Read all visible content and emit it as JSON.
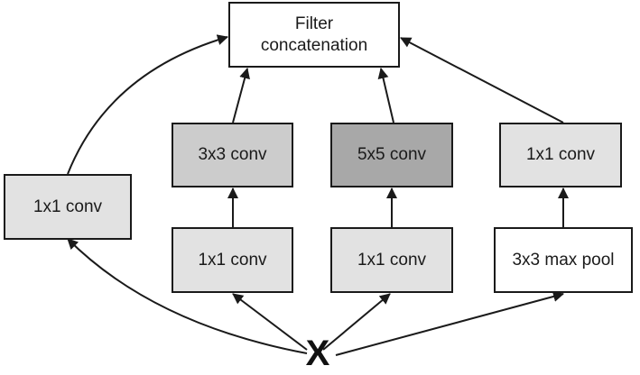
{
  "diagram": {
    "input_label": "X",
    "nodes": {
      "concat": {
        "label": "Filter\nconcatenation",
        "fill": "#ffffff"
      },
      "conv1_a": {
        "label": "1x1 conv",
        "fill": "#e2e2e2"
      },
      "conv3": {
        "label": "3x3 conv",
        "fill": "#cccccc"
      },
      "conv5": {
        "label": "5x5 conv",
        "fill": "#a8a8a8"
      },
      "conv1_d": {
        "label": "1x1 conv",
        "fill": "#e2e2e2"
      },
      "conv1_b": {
        "label": "1x1 conv",
        "fill": "#e2e2e2"
      },
      "conv1_c": {
        "label": "1x1 conv",
        "fill": "#e2e2e2"
      },
      "maxpool": {
        "label": "3x3 max pool",
        "fill": "#ffffff"
      }
    },
    "edges": [
      [
        "X",
        "conv1_a"
      ],
      [
        "X",
        "conv1_b"
      ],
      [
        "X",
        "conv1_c"
      ],
      [
        "X",
        "maxpool"
      ],
      [
        "conv1_b",
        "conv3"
      ],
      [
        "conv1_c",
        "conv5"
      ],
      [
        "maxpool",
        "conv1_d"
      ],
      [
        "conv1_a",
        "concat"
      ],
      [
        "conv3",
        "concat"
      ],
      [
        "conv5",
        "concat"
      ],
      [
        "conv1_d",
        "concat"
      ]
    ]
  }
}
